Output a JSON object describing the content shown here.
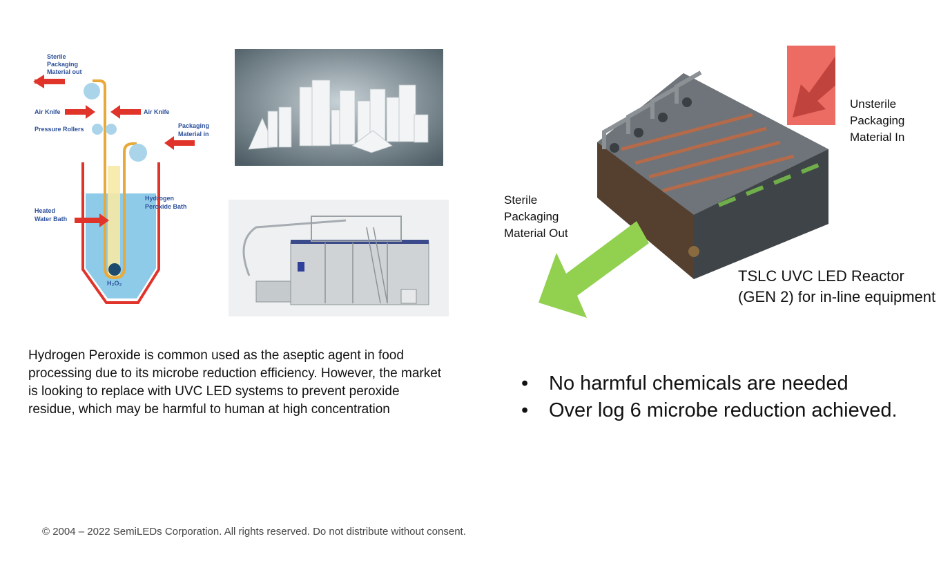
{
  "diagram": {
    "labels": {
      "sterile_out": [
        "Sterile",
        "Packaging",
        "Material out"
      ],
      "air_knife_left": "Air Knife",
      "air_knife_right": "Air Knife",
      "pressure_rollers": "Pressure Rollers",
      "packaging_in": [
        "Packaging",
        "Material in"
      ],
      "hydrogen_bath": [
        "Hydrogen",
        "Peroxide Bath"
      ],
      "heated_bath": [
        "Heated",
        "Water Bath"
      ],
      "h2o2": "H₂O₂"
    }
  },
  "reactor": {
    "unsterile_label": [
      "Unsterile",
      "Packaging",
      "Material In"
    ],
    "sterile_label": [
      "Sterile",
      "Packaging",
      "Material Out"
    ],
    "caption": "TSLC UVC LED Reactor (GEN 2) for in-line equipment"
  },
  "body_text": "Hydrogen Peroxide is common used as the aseptic agent in food processing due to its microbe reduction efficiency. However, the market is looking to replace with UVC LED systems to prevent peroxide residue, which may be harmful to human at high concentration",
  "bullets": [
    "No harmful chemicals are needed",
    "Over log 6 microbe reduction achieved."
  ],
  "footer": "© 2004 – 2022 SemiLEDs Corporation. All rights reserved. Do not distribute without consent.",
  "colors": {
    "arrow_red": "#e0342b",
    "arrow_green": "#92d050",
    "arrow_pink": "#ec6b63",
    "water_blue": "#8ecbe8",
    "tape_orange": "#e8a93a",
    "diagram_text": "#2b4f9a"
  }
}
